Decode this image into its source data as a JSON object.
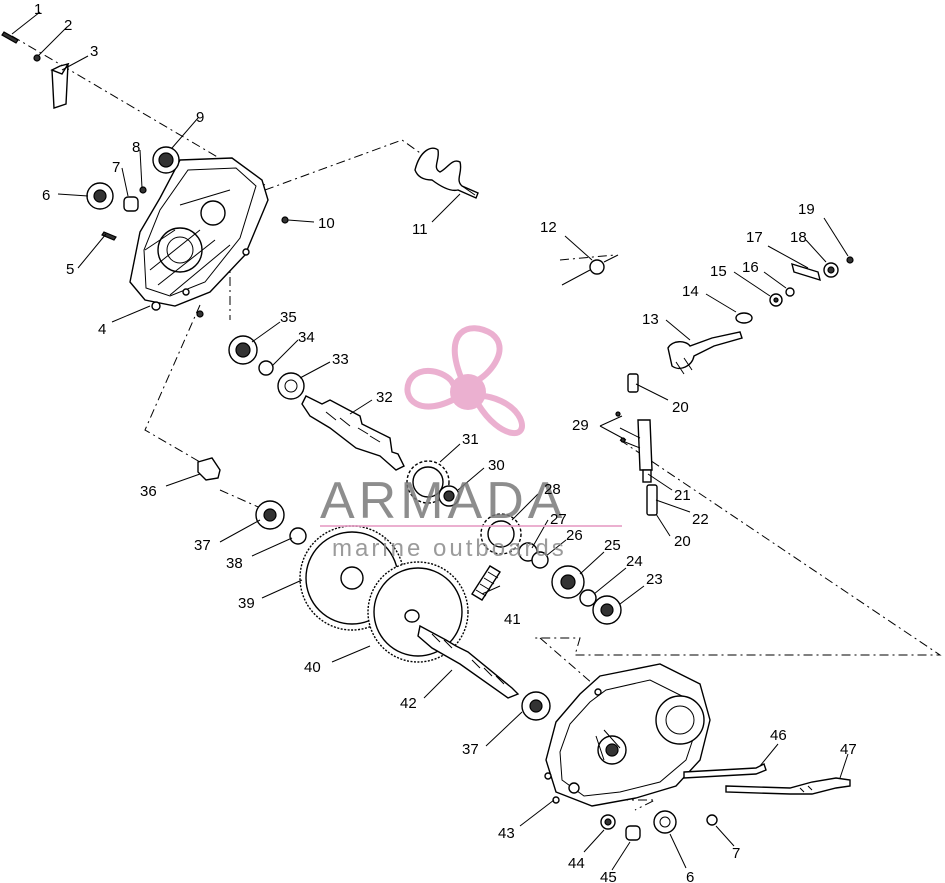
{
  "watermark": {
    "title": "ARMADA",
    "subtitle": "marine outboards",
    "accent": "#e8a3c8"
  },
  "callouts": [
    {
      "id": "c1",
      "num": "1"
    },
    {
      "id": "c2",
      "num": "2"
    },
    {
      "id": "c3",
      "num": "3"
    },
    {
      "id": "c4",
      "num": "4"
    },
    {
      "id": "c5",
      "num": "5"
    },
    {
      "id": "c6a",
      "num": "6"
    },
    {
      "id": "c7a",
      "num": "7"
    },
    {
      "id": "c8",
      "num": "8"
    },
    {
      "id": "c9",
      "num": "9"
    },
    {
      "id": "c10",
      "num": "10"
    },
    {
      "id": "c11",
      "num": "11"
    },
    {
      "id": "c12",
      "num": "12"
    },
    {
      "id": "c13",
      "num": "13"
    },
    {
      "id": "c14",
      "num": "14"
    },
    {
      "id": "c15",
      "num": "15"
    },
    {
      "id": "c16",
      "num": "16"
    },
    {
      "id": "c17",
      "num": "17"
    },
    {
      "id": "c18",
      "num": "18"
    },
    {
      "id": "c19",
      "num": "19"
    },
    {
      "id": "c20a",
      "num": "20"
    },
    {
      "id": "c20b",
      "num": "20"
    },
    {
      "id": "c21",
      "num": "21"
    },
    {
      "id": "c22",
      "num": "22"
    },
    {
      "id": "c23",
      "num": "23"
    },
    {
      "id": "c24",
      "num": "24"
    },
    {
      "id": "c25",
      "num": "25"
    },
    {
      "id": "c26",
      "num": "26"
    },
    {
      "id": "c27",
      "num": "27"
    },
    {
      "id": "c28",
      "num": "28"
    },
    {
      "id": "c29",
      "num": "29"
    },
    {
      "id": "c30",
      "num": "30"
    },
    {
      "id": "c31",
      "num": "31"
    },
    {
      "id": "c32",
      "num": "32"
    },
    {
      "id": "c33",
      "num": "33"
    },
    {
      "id": "c34",
      "num": "34"
    },
    {
      "id": "c35",
      "num": "35"
    },
    {
      "id": "c36",
      "num": "36"
    },
    {
      "id": "c37a",
      "num": "37"
    },
    {
      "id": "c37b",
      "num": "37"
    },
    {
      "id": "c38",
      "num": "38"
    },
    {
      "id": "c39",
      "num": "39"
    },
    {
      "id": "c40",
      "num": "40"
    },
    {
      "id": "c41",
      "num": "41"
    },
    {
      "id": "c42",
      "num": "42"
    },
    {
      "id": "c43",
      "num": "43"
    },
    {
      "id": "c44",
      "num": "44"
    },
    {
      "id": "c45",
      "num": "45"
    },
    {
      "id": "c6b",
      "num": "6"
    },
    {
      "id": "c7b",
      "num": "7"
    },
    {
      "id": "c46",
      "num": "46"
    },
    {
      "id": "c47",
      "num": "47"
    }
  ]
}
